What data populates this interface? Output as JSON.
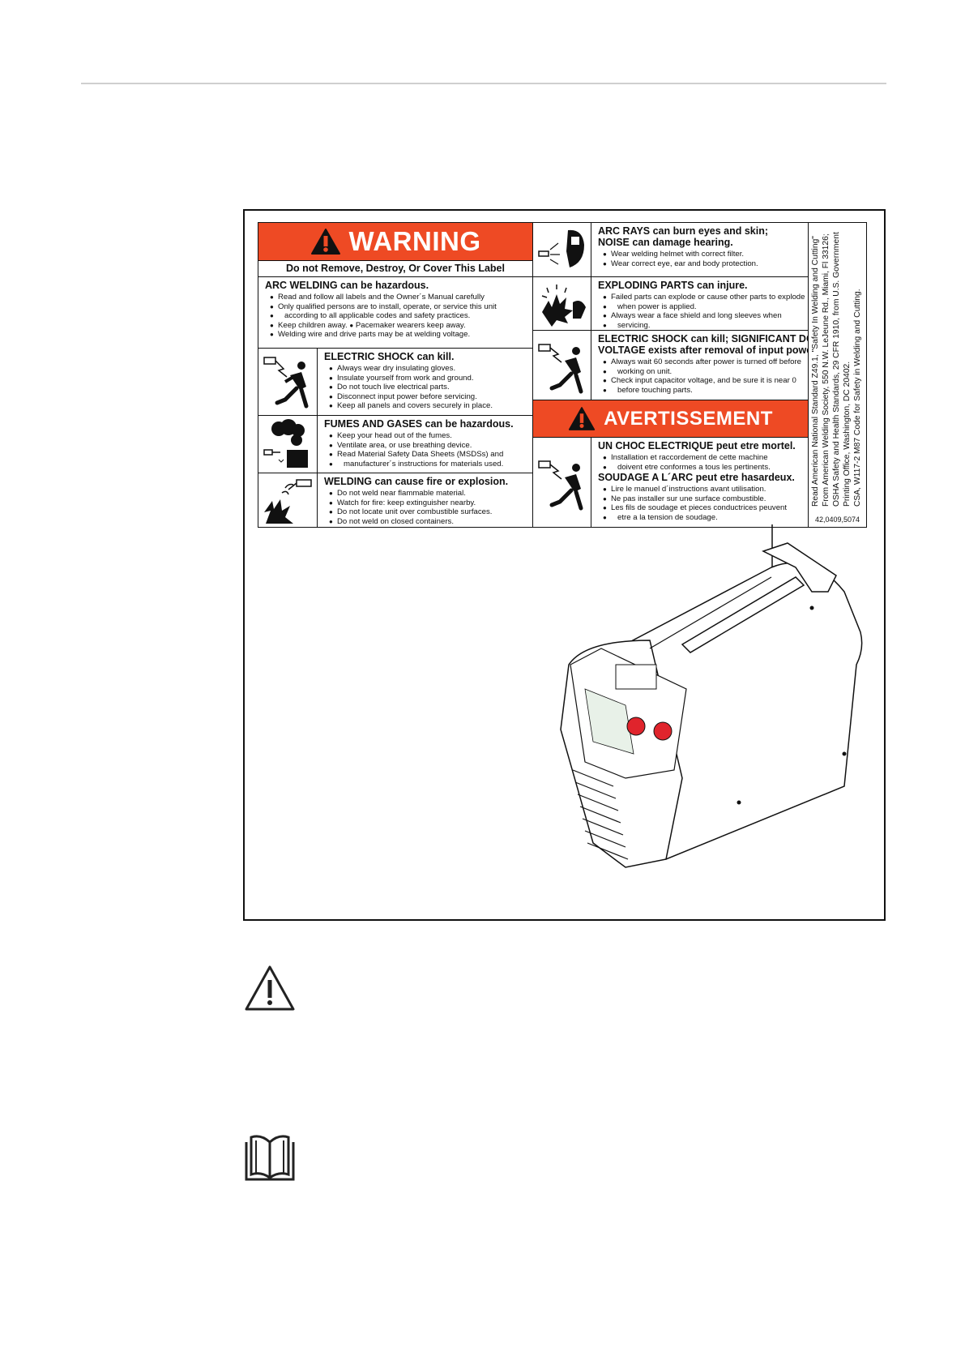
{
  "label": {
    "warning_title": "WARNING",
    "warning_subtitle": "Do not Remove, Destroy, Or Cover This Label",
    "arc_welding": {
      "heading": "ARC WELDING can be hazardous.",
      "items": [
        "Read and follow all labels and the Owner´s Manual carefully",
        "Only qualified persons are to install, operate, or service this unit",
        "according to all applicable codes and safety practices.",
        "Keep children away.",
        "Pacemaker wearers keep away.",
        "Welding wire and drive parts may be at welding voltage."
      ]
    },
    "electric_shock": {
      "heading": "ELECTRIC SHOCK can kill.",
      "items": [
        "Always wear dry insulating gloves.",
        "Insulate yourself from work and ground.",
        "Do not touch live electrical parts.",
        "Disconnect input power before servicing.",
        "Keep all panels and covers securely in place."
      ]
    },
    "fumes": {
      "heading": "FUMES AND GASES can be hazardous.",
      "items": [
        "Keep your head out of the fumes.",
        "Ventilate area, or use breathing device.",
        "Read  Material Safety Data Sheets (MSDSs) and",
        "manufacturer´s instructions for materials used."
      ]
    },
    "fire": {
      "heading": "WELDING can cause fire or explosion.",
      "items": [
        "Do not weld near flammable material.",
        "Watch for fire: keep extinguisher nearby.",
        "Do not locate unit over combustible surfaces.",
        "Do not weld on closed containers."
      ]
    },
    "arc_rays": {
      "heading1": "ARC RAYS can burn eyes and skin;",
      "heading2": "NOISE can damage hearing.",
      "items": [
        "Wear welding helmet with correct filter.",
        "Wear correct eye, ear and body protection."
      ]
    },
    "exploding": {
      "heading": "EXPLODING PARTS can injure.",
      "items": [
        "Failed parts can explode or cause other parts to explode",
        "when power is applied.",
        "Always wear a face shield and long sleeves when",
        "servicing."
      ]
    },
    "dc_voltage": {
      "heading1": "ELECTRIC SHOCK can kill; SIGNIFICANT DC",
      "heading2": "VOLTAGE exists after removal of input power",
      "items": [
        "Always wait 60 seconds after power is turned off before",
        "working on unit.",
        "Check input capacitor voltage, and be sure it is near 0",
        "before touching parts."
      ]
    },
    "avertissement_title": "AVERTISSEMENT",
    "french": {
      "heading1": "UN CHOC ELECTRIQUE peut etre mortel.",
      "items1": [
        "Installation et raccordement de cette machine",
        "doivent etre conformes a tous les pertinents."
      ],
      "heading2": "SOUDAGE A L´ARC peut etre hasardeux.",
      "items2": [
        "Lire le manuel d´instructions avant utilisation.",
        "Ne pas installer sur une surface combustible.",
        "Les fils de soudage et pieces conductrices peuvent",
        "etre a la tension de soudage."
      ]
    },
    "vertical_lines": [
      "Read American National Standard Z49.1, \"Safety In Welding and Cutting\"",
      "From American Welding Society, 550 N.W. LeJeune Rd., Miami, Fl 33126;",
      "OSHA Safety and Health Standards, 29 CFR 1910, from U.S. Government",
      "Printing Office, Washington, DC 20402.",
      "CSA, W117-2 M87 Code for Safety in Welding and Cutting."
    ],
    "part_code": "42,0409,5074"
  },
  "icons": {
    "warning_triangle": "warning-triangle-icon",
    "manual": "open-book-icon"
  }
}
